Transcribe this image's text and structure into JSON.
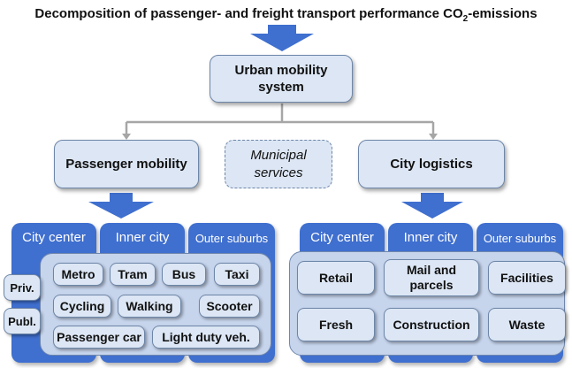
{
  "title": {
    "prefix": "Decomposition of passenger- and freight transport performance CO",
    "subscript": "2",
    "suffix": "-emissions"
  },
  "top_node": {
    "line1": "Urban mobility",
    "line2": "system"
  },
  "branches": {
    "passenger": "Passenger mobility",
    "municipal": {
      "line1": "Municipal",
      "line2": "services"
    },
    "logistics": "City logistics"
  },
  "passenger_zones": [
    "City center",
    "Inner city",
    "Outer suburbs"
  ],
  "passenger_side_labels": [
    "Priv.",
    "Publ."
  ],
  "passenger_modes": [
    "Metro",
    "Tram",
    "Bus",
    "Taxi",
    "Cycling",
    "Walking",
    "Scooter",
    "Passenger car",
    "Light duty veh."
  ],
  "logistics_zones": [
    "City center",
    "Inner city",
    "Outer suburbs"
  ],
  "logistics_categories": [
    {
      "line1": "Retail",
      "line2": ""
    },
    {
      "line1": "Mail and",
      "line2": "parcels"
    },
    {
      "line1": "Facilities",
      "line2": ""
    },
    {
      "line1": "Fresh",
      "line2": ""
    },
    {
      "line1": "Construction",
      "line2": ""
    },
    {
      "line1": "Waste",
      "line2": ""
    }
  ],
  "colors": {
    "zone_blue": "#3f6fcf",
    "node_fill": "#dce6f4",
    "arrow_blue": "#3f6fcf",
    "connector_gray": "#a6a6a6"
  }
}
